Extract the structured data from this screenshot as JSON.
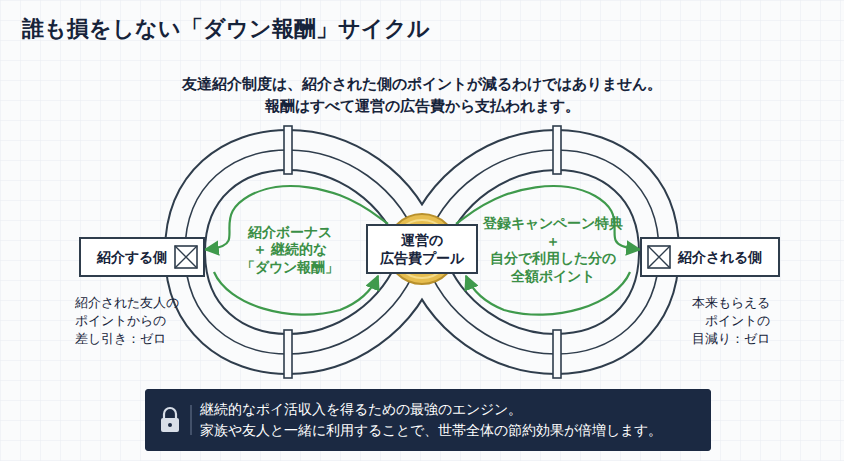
{
  "diagram": {
    "title": "誰も損をしない「ダウン報酬」サイクル",
    "nodes": [
      {
        "text": [
          "紹介する側"
        ]
      },
      {
        "text": [
          "運営の 広告費プール"
        ]
      },
      {
        "text": [
          "紹介される側"
        ]
      },
      {
        "text": [
          "継続的なポイ活収入を得るための最強のエンジン。 家族や友人と一緒に利用することで、世帯全体の節約効果が倍増します。"
        ]
      }
    ],
    "edges": [
      {
        "from": 1,
        "to": 0,
        "arrow": "to",
        "label": "紹介ボーナス ＋ 継続的な 「ダウン報酬」"
      },
      {
        "from": 1,
        "to": 2,
        "arrow": "to",
        "label": "登録キャンペーン特典 ＋ 自分で利用した分の 全額ポイント"
      }
    ],
    "labels": [
      "友達紹介制度は、紹介された側のポイントが減るわけではありません。 報酬はすべて運営の広告費から支払われます。",
      "紹介された友人の ポイントからの 差し引き：ゼロ",
      "本来もらえる ポイントの 目減り：ゼロ"
    ]
  }
}
